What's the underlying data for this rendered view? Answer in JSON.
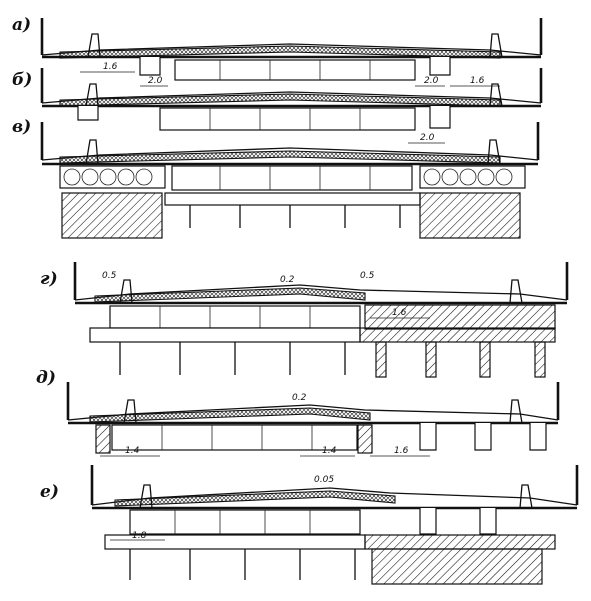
{
  "panels": [
    {
      "id": "a",
      "label": "а)",
      "dims": [
        "1.6",
        "2.0",
        "2.0",
        "1.6"
      ]
    },
    {
      "id": "b",
      "label": "б)",
      "dims": [
        "2.0"
      ]
    },
    {
      "id": "v",
      "label": "в)",
      "dims": []
    },
    {
      "id": "g",
      "label": "г)",
      "dims": [
        "0.5",
        "0.2",
        "0.5",
        "1.6"
      ]
    },
    {
      "id": "d",
      "label": "д)",
      "dims": [
        "0.2",
        "1.4",
        "1.4",
        "1.6"
      ]
    },
    {
      "id": "e",
      "label": "е)",
      "dims": [
        "0.05",
        "1.8"
      ]
    }
  ]
}
